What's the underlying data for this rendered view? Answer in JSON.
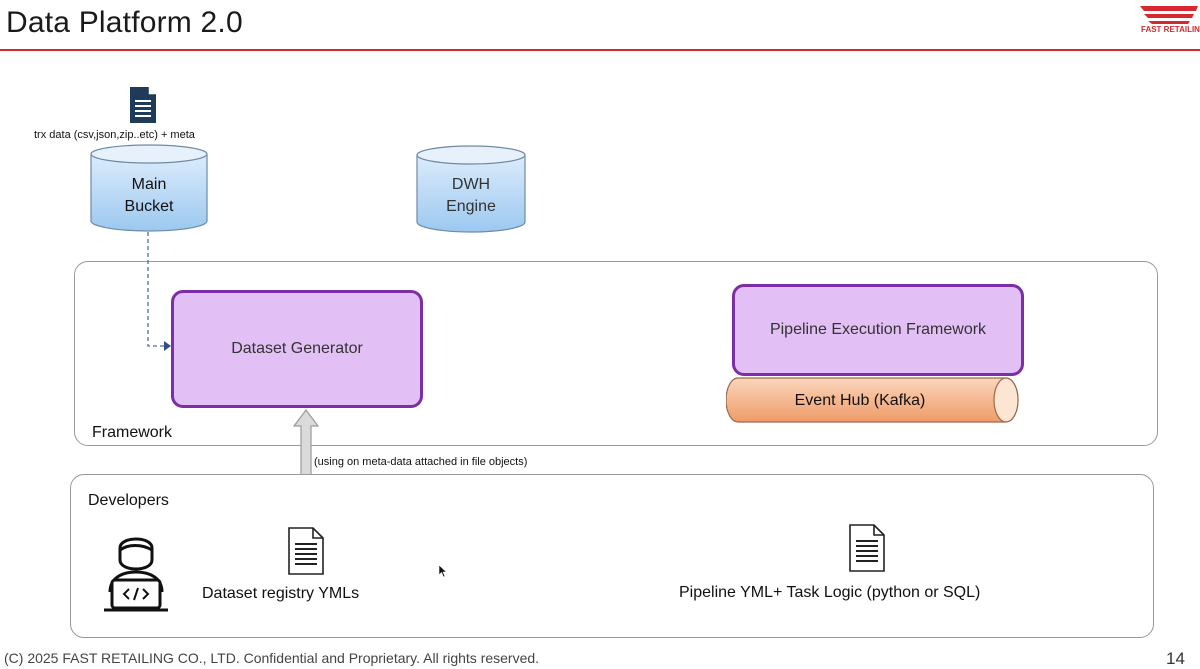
{
  "header": {
    "title": "Data Platform 2.0",
    "logo_text": "FAST RETAILING"
  },
  "colors": {
    "accent_red": "#d7282f",
    "component_fill": "#e2bff5",
    "component_border": "#7b2ea6",
    "storage_fill": "#bfdcf5",
    "stream_fill": "#f2a879"
  },
  "diagram": {
    "input_label": "trx data (csv,json,zip..etc) + meta",
    "main_bucket": {
      "line1": "Main",
      "line2": "Bucket"
    },
    "dwh_engine": {
      "line1": "DWH",
      "line2": "Engine"
    },
    "framework_label": "Framework",
    "dataset_generator": "Dataset Generator",
    "pipeline_framework": "Pipeline Execution Framework",
    "event_hub": "Event Hub (Kafka)",
    "meta_note": "(using on meta-data attached in file objects)",
    "developers_label": "Developers",
    "dataset_registry": "Dataset registry YMLs",
    "pipeline_yml": "Pipeline YML+ Task Logic (python or SQL)",
    "icons": [
      "document-icon",
      "developer-icon",
      "code-icon",
      "cursor-icon"
    ]
  },
  "footer": {
    "copyright": "(C) 2025 FAST RETAILING CO., LTD. Confidential and Proprietary. All rights reserved.",
    "page_number": "14"
  }
}
